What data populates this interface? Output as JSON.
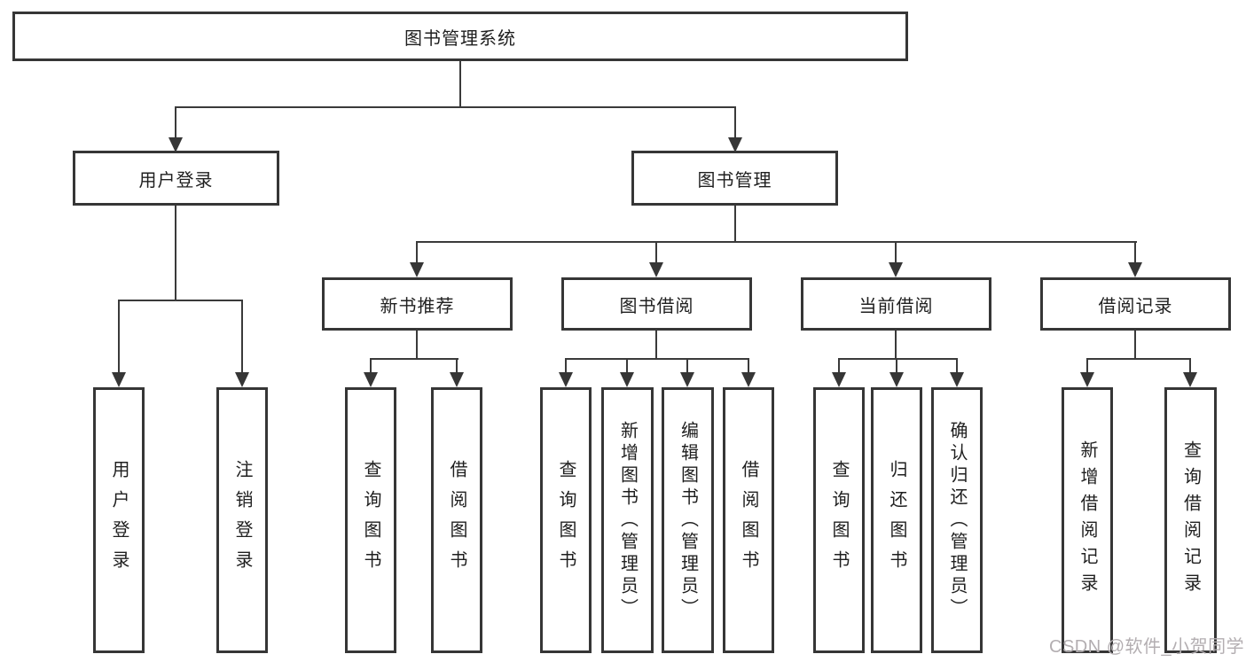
{
  "tree": {
    "root": "图书管理系统",
    "branches": [
      {
        "label": "用户登录",
        "children": [
          "用户登录",
          "注销登录"
        ]
      },
      {
        "label": "图书管理",
        "groups": [
          {
            "label": "新书推荐",
            "children": [
              "查询图书",
              "借阅图书"
            ]
          },
          {
            "label": "图书借阅",
            "children": [
              "查询图书",
              "新增图书（管理员）",
              "编辑图书（管理员）",
              "借阅图书"
            ]
          },
          {
            "label": "当前借阅",
            "children": [
              "查询图书",
              "归还图书",
              "确认归还（管理员）"
            ]
          },
          {
            "label": "借阅记录",
            "children": [
              "新增借阅记录",
              "查询借阅记录"
            ]
          }
        ]
      }
    ]
  },
  "watermark": {
    "text": "CSDN @软件_小贺同学"
  },
  "colors": {
    "line": "#3a3a3a",
    "border": "#363636",
    "text": "#1f1f1f",
    "background": "#ffffff",
    "watermark": "#b3aeb1"
  }
}
